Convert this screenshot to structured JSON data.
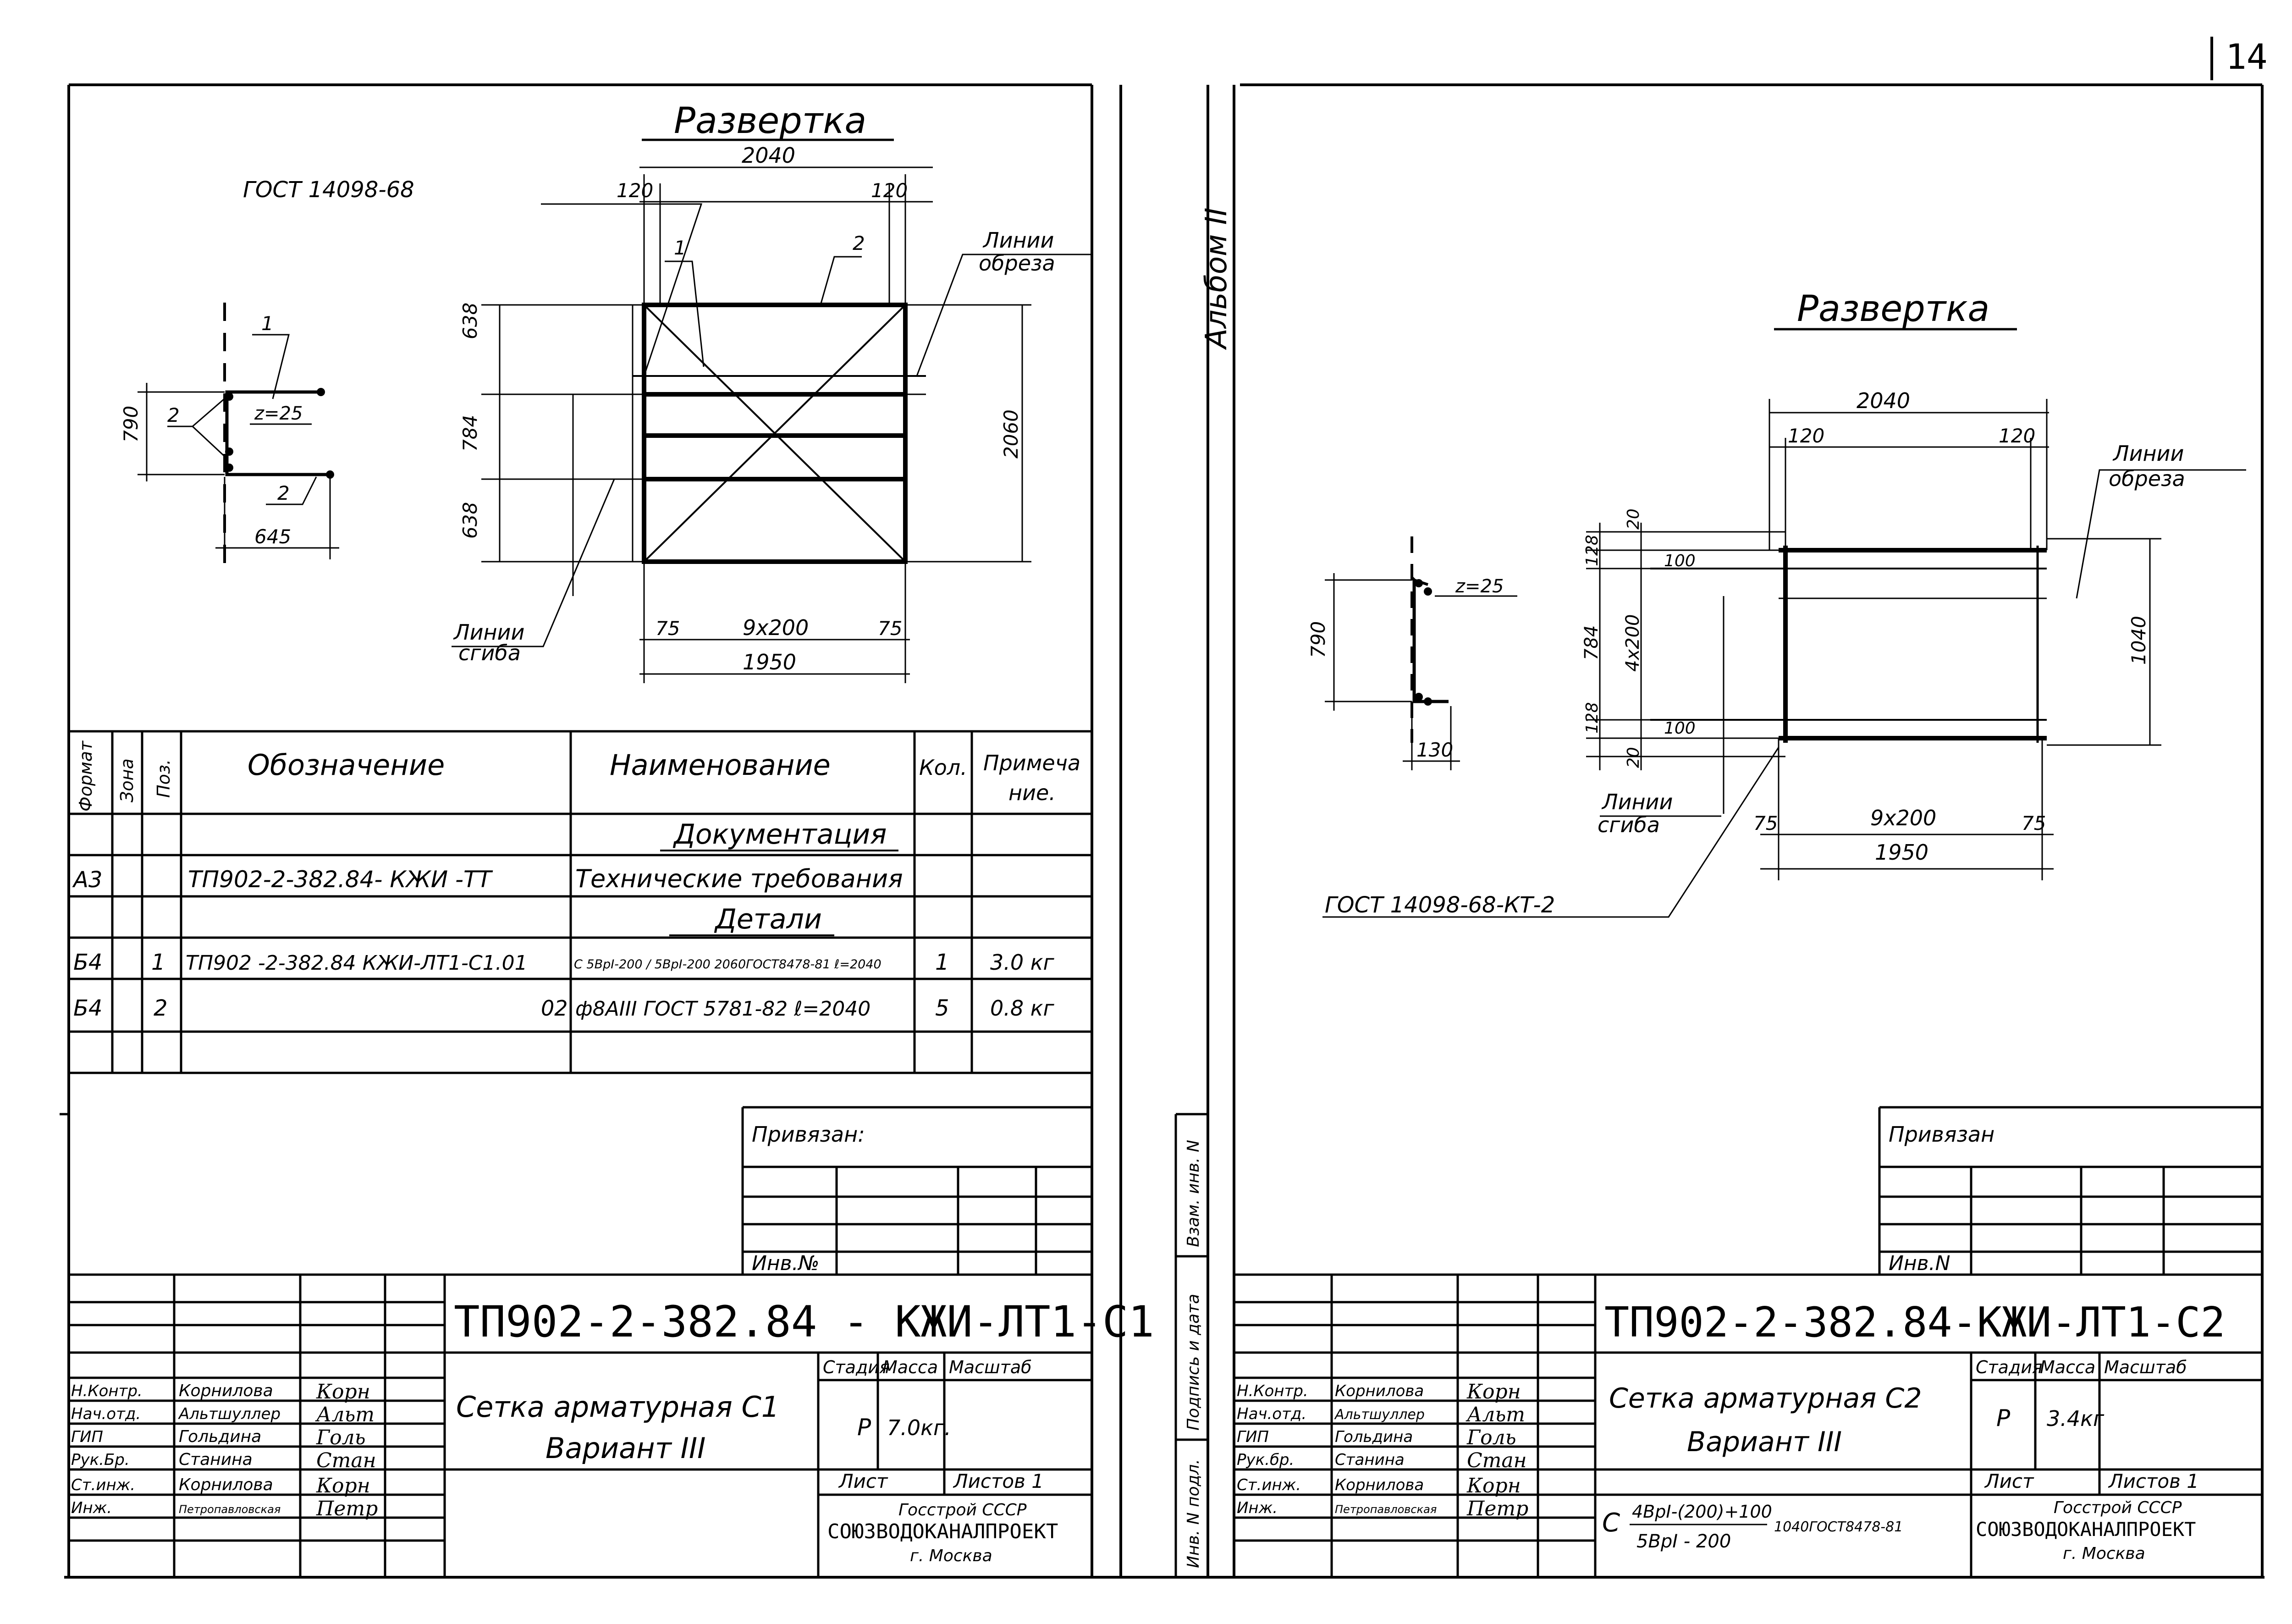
{
  "page_number": "14",
  "album_label": "Альбом II",
  "left": {
    "dev_title": "Развертка",
    "gost_label": "ГОСТ 14098-68",
    "cut_lines_label": "Линии обреза",
    "cut_lines_1": "Линии",
    "cut_lines_2": "обреза",
    "bend_lines_1": "Линии",
    "bend_lines_2": "сгиба",
    "dims": {
      "overall_width": "2040",
      "edge_left": "120",
      "edge_right": "120",
      "h_top": "638",
      "h_mid": "784",
      "h_bot": "638",
      "height": "2060",
      "bot_left": "75",
      "bot_pitch": "9x200",
      "bot_right": "75",
      "bot_total": "1950",
      "callout_1": "1",
      "callout_2": "2"
    },
    "section": {
      "height": "790",
      "width": "645",
      "mark_1": "1",
      "mark_2a": "2",
      "mark_2b": "2",
      "z": "z=25"
    },
    "spec": {
      "headers": {
        "format": "Формат",
        "zone": "Зона",
        "pos": "Поз.",
        "designation": "Обозначение",
        "name": "Наименование",
        "qty": "Кол.",
        "note1": "Примеча",
        "note2": "ние."
      },
      "section_docs": "Документация",
      "section_parts": "Детали",
      "rows": [
        {
          "format": "А3",
          "pos": "",
          "designation": "ТП902-2-382.84- КЖИ -ТТ",
          "name": "Технические требования",
          "qty": "",
          "note": ""
        },
        {
          "format": "Б4",
          "pos": "1",
          "designation": "ТП902 -2-382.84 КЖИ-ЛТ1-С1.01",
          "name": "С 5ВрI-200 / 5ВрI-200 2060ГОСТ8478-81 ℓ=2040",
          "qty": "1",
          "note": "3.0 кг"
        },
        {
          "format": "Б4",
          "pos": "2",
          "designation": "02",
          "name": "ф8АIII ГОСТ 5781-82 ℓ=2040",
          "qty": "5",
          "note": "0.8 кг"
        }
      ]
    },
    "linked_label": "Привязан:",
    "inv_label": "Инв.№",
    "titleblock": {
      "code": "ТП902-2-382.84 - КЖИ-ЛТ1-С1",
      "name1": "Сетка арматурная С1",
      "name2": "Вариант III",
      "stage_h": "Стадия",
      "mass_h": "Масса",
      "scale_h": "Масштаб",
      "stage": "Р",
      "mass": "7.0кг.",
      "sheet_h": "Лист",
      "sheets_h": "Листов 1",
      "org1": "Госстрой СССР",
      "org2": "СОЮЗВОДОКАНАЛПРОЕКТ",
      "org3": "г. Москва",
      "staff": [
        {
          "role": "Н.Контр.",
          "name": "Корнилова",
          "sig": "Корн"
        },
        {
          "role": "Нач.отд.",
          "name": "Альтшуллер",
          "sig": "Альт"
        },
        {
          "role": "ГИП",
          "name": "Гольдина",
          "sig": "Голь"
        },
        {
          "role": "Рук.Бр.",
          "name": "Станина",
          "sig": "Стан"
        },
        {
          "role": "Ст.инж.",
          "name": "Корнилова",
          "sig": "Корн"
        },
        {
          "role": "Инж.",
          "name": "Петропавловская",
          "sig": "Петр"
        }
      ]
    }
  },
  "strip": {
    "inv_orig": "Инв. N подл.",
    "sign_date": "Подпись и дата",
    "inv_repl": "Взам. инв. N"
  },
  "right": {
    "dev_title": "Развертка",
    "cut_lines_1": "Линии",
    "cut_lines_2": "обреза",
    "bend_lines_1": "Линии",
    "bend_lines_2": "сгиба",
    "gost_label": "ГОСТ 14098-68-КТ-2",
    "dims": {
      "overall_width": "2040",
      "edge_left": "120",
      "edge_right": "120",
      "v20a": "20",
      "v128a": "128",
      "v100a": "100",
      "v784": "784",
      "v4x200": "4x200",
      "v128b": "128",
      "v100b": "100",
      "v20b": "20",
      "height": "1040",
      "bot_left": "75",
      "bot_pitch": "9x200",
      "bot_right": "75",
      "bot_total": "1950"
    },
    "section": {
      "height": "790",
      "width": "130",
      "z": "z=25"
    },
    "linked_label": "Привязан",
    "inv_label": "Инв.N",
    "titleblock": {
      "code": "ТП902-2-382.84-КЖИ-ЛТ1-С2",
      "name1": "Сетка арматурная С2",
      "name2": "Вариант III",
      "stage_h": "Стадия",
      "mass_h": "Масса",
      "scale_h": "Масштаб",
      "stage": "Р",
      "mass": "3.4кг",
      "sheet_h": "Лист",
      "sheets_h": "Листов 1",
      "formula_prefix": "С",
      "formula_num": "4ВрI-(200)+100",
      "formula_den": "5ВрI - 200",
      "formula_tail": "1040ГОСТ8478-81",
      "org1": "Госстрой СССР",
      "org2": "СОЮЗВОДОКАНАЛПРОЕКТ",
      "org3": "г. Москва",
      "staff": [
        {
          "role": "Н.Контр.",
          "name": "Корнилова",
          "sig": "Корн"
        },
        {
          "role": "Нач.отд.",
          "name": "Альтшуллер",
          "sig": "Альт"
        },
        {
          "role": "ГИП",
          "name": "Гольдина",
          "sig": "Голь"
        },
        {
          "role": "Рук.бр.",
          "name": "Станина",
          "sig": "Стан"
        },
        {
          "role": "Ст.инж.",
          "name": "Корнилова",
          "sig": "Корн"
        },
        {
          "role": "Инж.",
          "name": "Петропавловская",
          "sig": "Петр"
        }
      ]
    }
  }
}
